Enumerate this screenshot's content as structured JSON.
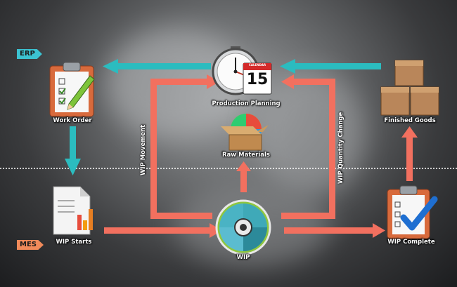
{
  "tags": {
    "erp": "ERP",
    "mes": "MES"
  },
  "nodes": {
    "work_order": "Work Order",
    "production_planning": "Production Planning",
    "calendar_day": "15",
    "calendar_header": "CALENDAR",
    "finished_goods": "Finished Goods",
    "raw_materials": "Raw Materials",
    "wip_starts": "WIP Starts",
    "wip": "WIP",
    "wip_complete": "WIP Complete"
  },
  "flows": {
    "wip_movement": "WIP Movement",
    "wip_quantity_change": "WIP Quantity Change"
  },
  "colors": {
    "teal": "#2bbcbf",
    "salmon": "#f2705f",
    "erp_tag": "#3cc3d2",
    "mes_tag": "#f08a5a"
  }
}
